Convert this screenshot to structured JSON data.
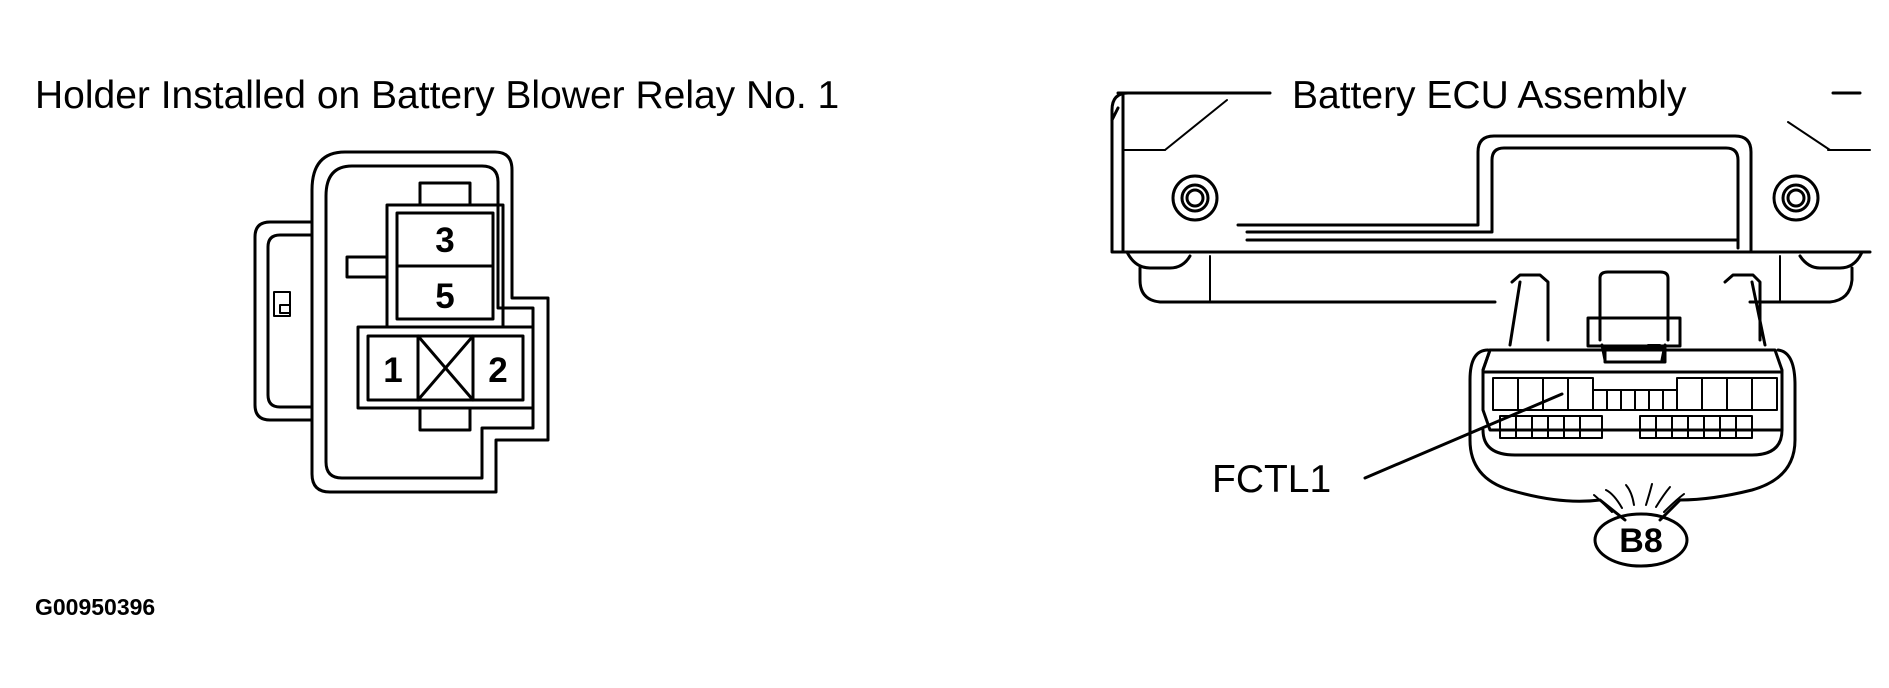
{
  "left_title": "Holder Installed on Battery Blower Relay No. 1",
  "right_title": "Battery ECU Assembly",
  "holder": {
    "pins": [
      "3",
      "5",
      "1",
      "2"
    ]
  },
  "ecu": {
    "terminal_label": "FCTL1",
    "connector_code": "B8"
  },
  "figure_code": "G00950396"
}
